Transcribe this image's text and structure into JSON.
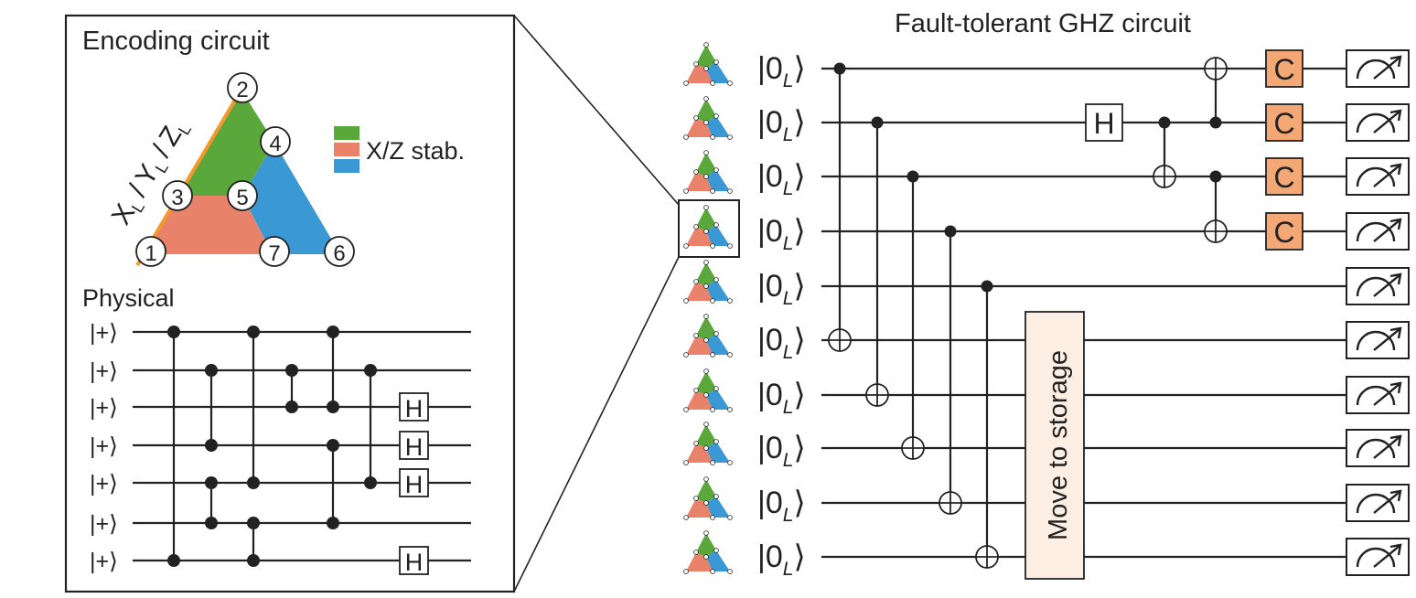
{
  "encoding": {
    "title": "Encoding circuit",
    "logical_ops": "X_L / Y_L / Z_L",
    "logical_op_parts": [
      "X",
      "L",
      "/",
      "Y",
      "L",
      "/",
      "Z",
      "L"
    ],
    "qubit_numbers": [
      "1",
      "2",
      "3",
      "4",
      "5",
      "6",
      "7"
    ],
    "legend_label": "X/Z stab.",
    "legend_colors": [
      "#5aa83b",
      "#e8826b",
      "#3a98d4"
    ],
    "physical_label": "Physical",
    "input_state": "|+⟩",
    "hadamard": "H"
  },
  "ghz": {
    "title": "Fault-tolerant GHZ circuit",
    "input_state_parts": [
      "|0",
      "L",
      "⟩"
    ],
    "hadamard": "H",
    "correction": "C",
    "storage_label": "Move to storage",
    "correction_color": "#f4a875",
    "storage_color": "#fdeee3"
  },
  "colors": {
    "green": "#5aa83b",
    "red": "#e8826b",
    "blue": "#3a98d4",
    "orange_line": "#f39a2d"
  }
}
